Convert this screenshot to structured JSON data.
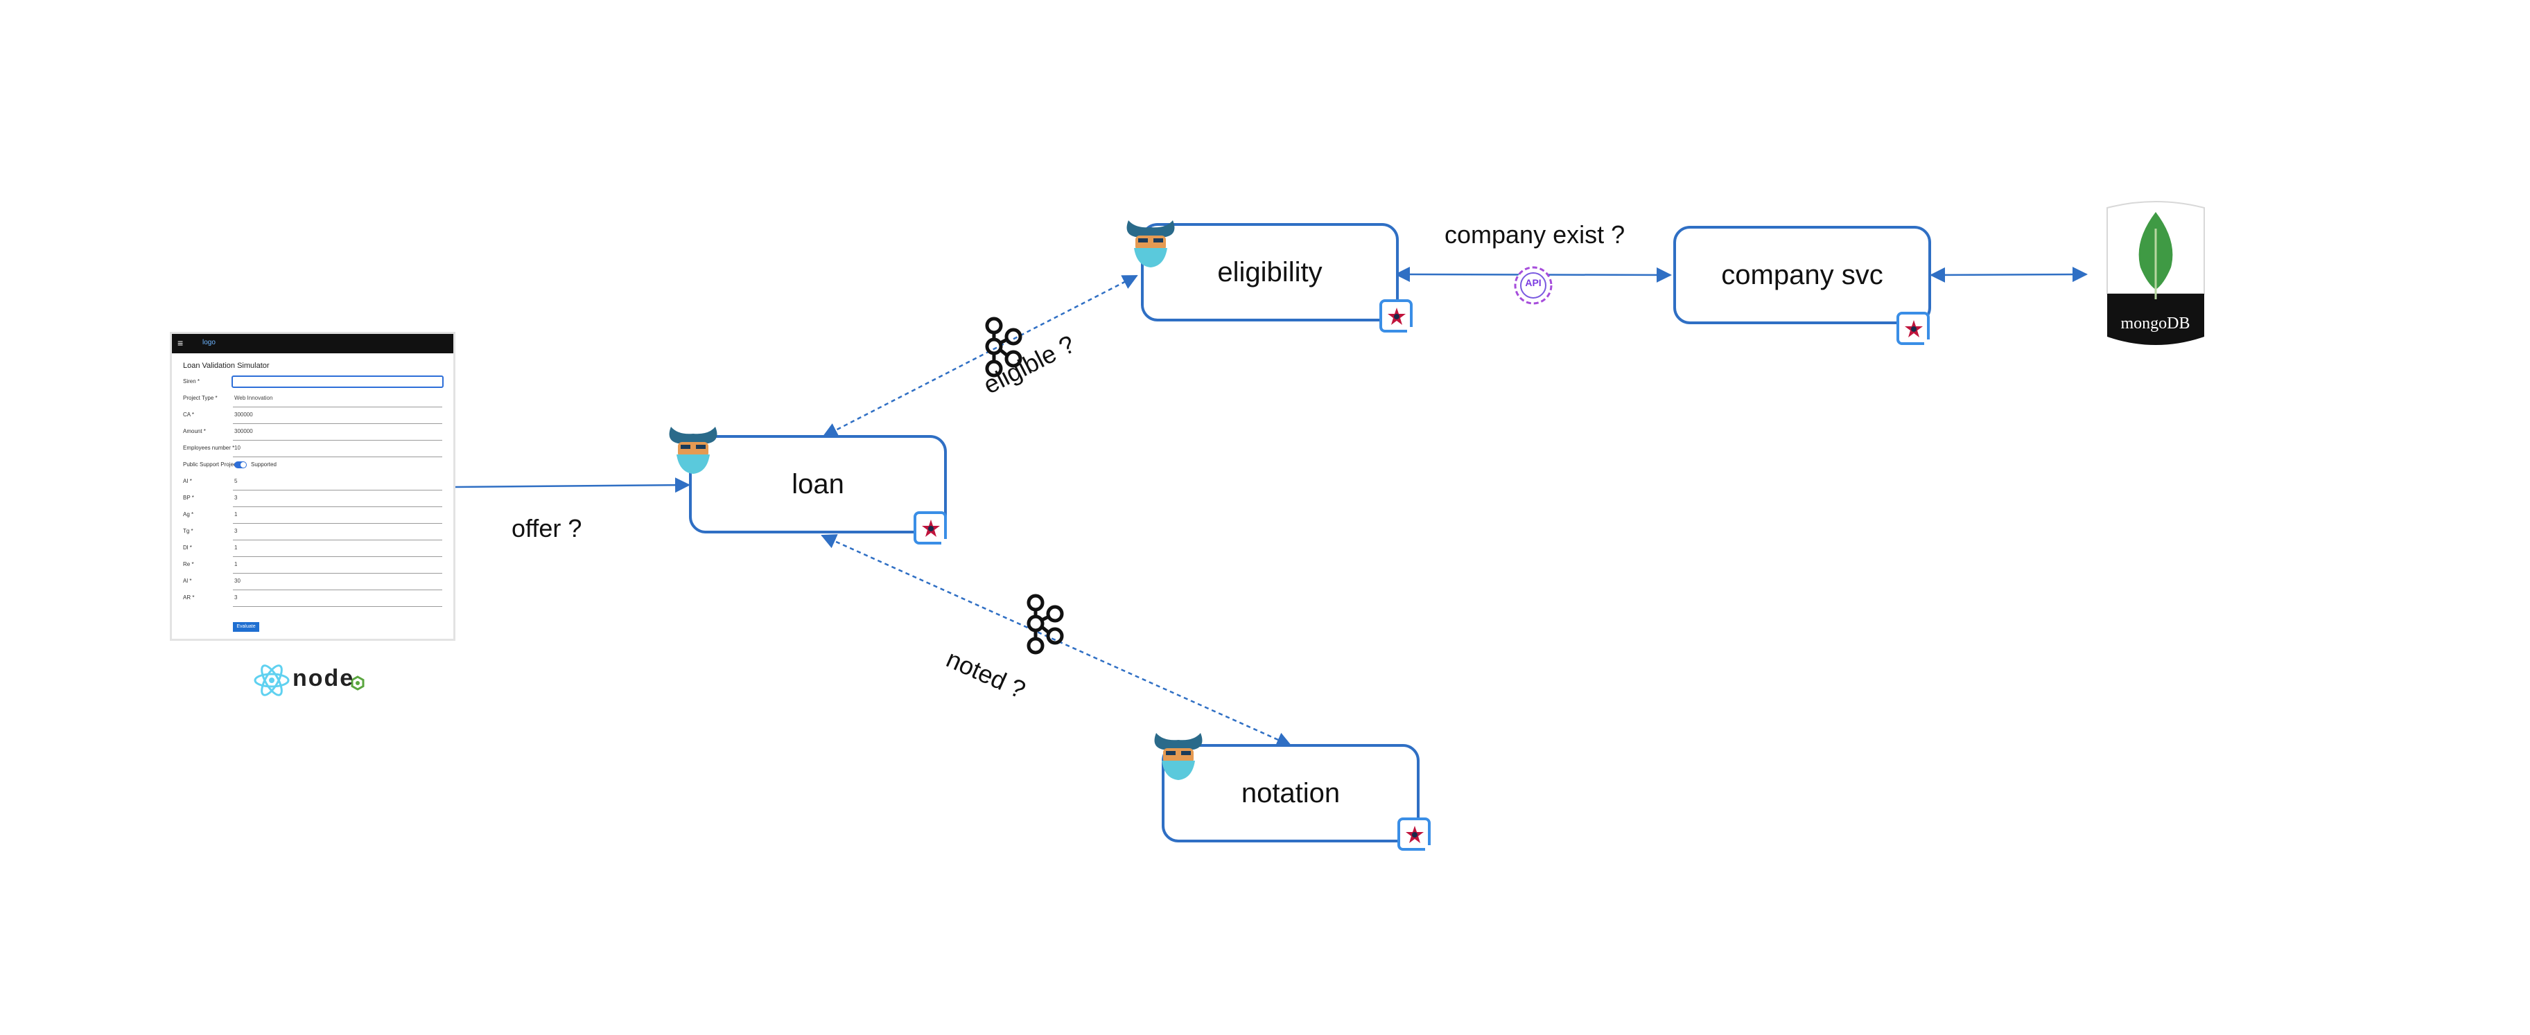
{
  "nodes": {
    "loan": "loan",
    "eligibility": "eligibility",
    "company_svc": "company svc",
    "notation": "notation"
  },
  "edges": {
    "offer": "offer ?",
    "eligible": "eligible ?",
    "noted": "noted ?",
    "company_exist": "company exist ?"
  },
  "api_badge": "API",
  "mongodb": "mongoDB",
  "nodejs": "node",
  "form": {
    "brand": "logo",
    "title": "Loan Validation Simulator",
    "fields": [
      {
        "label": "Siren *",
        "value": ""
      },
      {
        "label": "Project Type *",
        "value": "Web Innovation"
      },
      {
        "label": "CA *",
        "value": "300000"
      },
      {
        "label": "Amount *",
        "value": "300000"
      },
      {
        "label": "Employees number *",
        "value": "10"
      },
      {
        "label": "Public Support Project",
        "value": "Supported"
      },
      {
        "label": "AI *",
        "value": "5"
      },
      {
        "label": "BP *",
        "value": "3"
      },
      {
        "label": "Ag *",
        "value": "1"
      },
      {
        "label": "Tg *",
        "value": "3"
      },
      {
        "label": "Dl *",
        "value": "1"
      },
      {
        "label": "Re *",
        "value": "1"
      },
      {
        "label": "Al *",
        "value": "30"
      },
      {
        "label": "AR *",
        "value": "3"
      }
    ],
    "submit": "Evaluate"
  },
  "colors": {
    "box_border": "#2f6fc4",
    "arrow": "#2f6fc4",
    "badge": "#3a8ee6",
    "mongo_leaf": "#3f9a44"
  }
}
